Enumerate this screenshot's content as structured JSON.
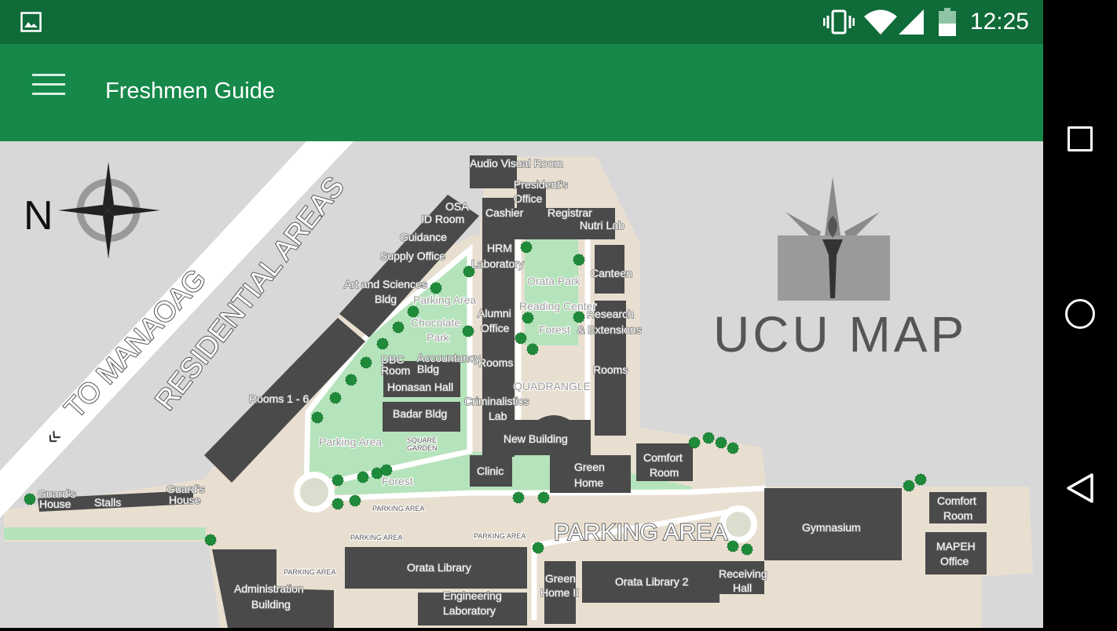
{
  "status_bar": {
    "time": "12:25",
    "icons": [
      "image-icon",
      "vibrate-icon",
      "wifi-icon",
      "signal-icon",
      "battery-icon"
    ]
  },
  "app_bar": {
    "title": "Freshmen Guide",
    "menu_icon": "hamburger-menu-icon"
  },
  "nav_bar": {
    "icons": [
      "recent-apps-icon",
      "home-icon",
      "back-icon"
    ]
  },
  "map": {
    "compass_label": "N",
    "logo_title": "UCU MAP",
    "road_labels": {
      "manaoag": "TO MANAOAG",
      "residential": "RESIDENTIAL AREAS",
      "parking_main": "PARKING AREA"
    },
    "buildings": {
      "audio_visual": "Audio Visual Room",
      "presidents": "President's",
      "presidents2": "Office",
      "cashier": "Cashier",
      "registrar": "Registrar",
      "nutri": "Nutri Lab",
      "osa": "OSA",
      "id_room": "ID Room",
      "guidance": "Guidance",
      "supply": "Supply Office",
      "arts": "Art and Sciences",
      "arts2": "Bldg",
      "hrm": "HRM",
      "hrm2": "Laboratory",
      "canteen": "Canteen",
      "alumni": "Alumni",
      "alumni2": "Office",
      "research": "Research",
      "research2": "& Extensions",
      "rooms_a": "Rooms",
      "rooms_b": "Rooms",
      "rooms16": "Rooms 1 - 6",
      "dbc": "DBC",
      "dbc2": "Room",
      "accountancy": "Accountancy",
      "accountancy2": "Bldg",
      "honasan": "Honasan Hall",
      "badar": "Badar Bldg",
      "crim": "Criminalistics",
      "crim2": "Lab",
      "new_building": "New Building",
      "clinic": "Clinic",
      "green_home": "Green",
      "green_home2": "Home",
      "comfort1": "Comfort",
      "comfort1b": "Room",
      "comfort2": "Comfort",
      "comfort2b": "Room",
      "gym": "Gymnasium",
      "mapeh": "MAPEH",
      "mapeh2": "Office",
      "guard1": "Guard's",
      "guard1b": "House",
      "guard2": "Guard's",
      "guard2b": "House",
      "stalls": "Stalls",
      "orata_lib": "Orata Library",
      "orata_lib2": "Orata Library 2",
      "engineering": "Engineering",
      "engineering2": "Laboratory",
      "admin": "Administration",
      "admin2": "Building",
      "green_home_ii": "Green",
      "green_home_ii2": "Home II",
      "receiving": "Receiving",
      "receiving2": "Hall"
    },
    "areas": {
      "orata_park": "Orata Park",
      "reading": "Reading Center",
      "forest1": "Forest",
      "parking1": "Parking Area",
      "chocolate": "Chocolate",
      "chocolate2": "Park",
      "parking2": "Parking Area",
      "square": "SQUARE",
      "square2": "GARDEN",
      "forest2": "Forest",
      "quadrangle": "QUADRANGLE",
      "pa1": "PARKING AREA",
      "pa2": "PARKING AREA",
      "pa3": "PARKING AREA",
      "pa4": "PARKING AREA"
    }
  }
}
